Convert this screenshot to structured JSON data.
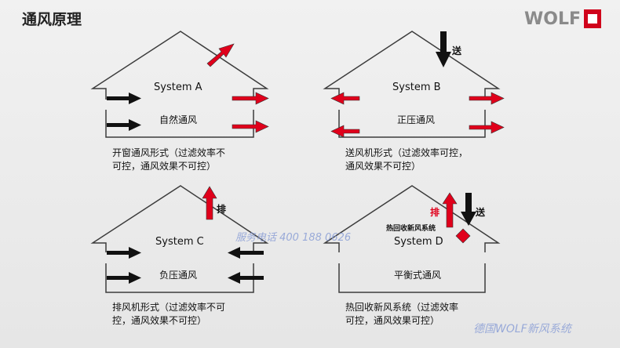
{
  "header": {
    "title": "通风原理",
    "logo_text": "WOLF"
  },
  "systems": [
    {
      "name": "System A",
      "mode": "自然通风",
      "caption_line1": "开窗通风形式（过滤效率不",
      "caption_line2": "可控，通风效果不可控）"
    },
    {
      "name": "System B",
      "mode": "正压通风",
      "caption_line1": "送风机形式（过滤效率可控，",
      "caption_line2": "通风效果不可控）",
      "supply_label": "送"
    },
    {
      "name": "System C",
      "mode": "负压通风",
      "caption_line1": "排风机形式（过滤效率不可",
      "caption_line2": "控，通风效果不可控）",
      "exhaust_label": "排"
    },
    {
      "name": "System D",
      "mode": "平衡式通风",
      "caption_line1": "热回收新风系统（过滤效率",
      "caption_line2": "可控，通风效果可控）",
      "exhaust_label": "排",
      "supply_label": "送",
      "unit_label": "热回收新风系统"
    }
  ],
  "watermarks": {
    "phone": "服务电话 400 188 0626",
    "brand": "德国WOLF新风系统"
  },
  "colors": {
    "red_arrow": "#e0001b",
    "black_arrow": "#111111",
    "house_line": "#3c3c3c"
  }
}
